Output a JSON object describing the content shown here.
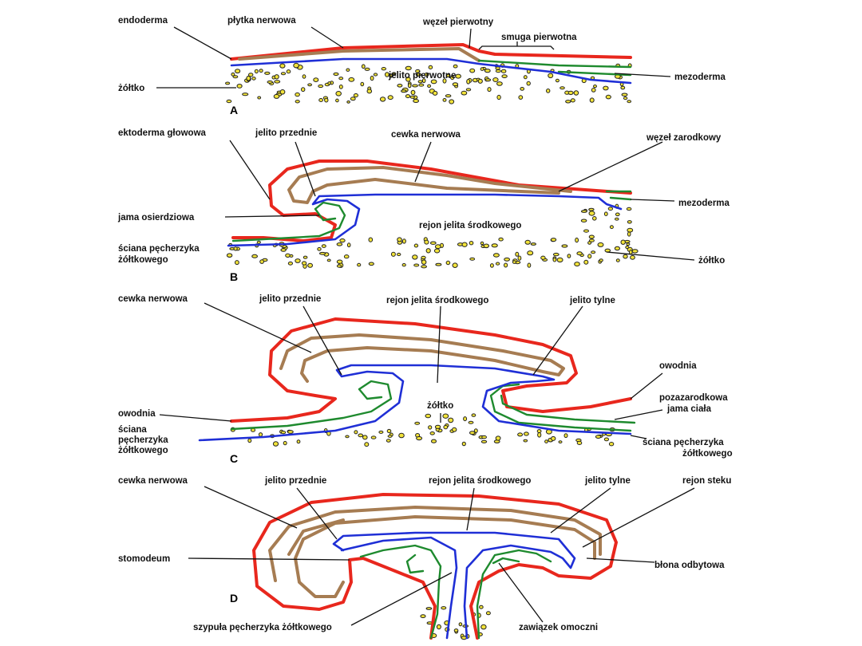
{
  "panels": {
    "A": {
      "label": "A",
      "texts": {
        "endoderma": "endoderma",
        "plytka": "płytka nerwowa",
        "wezel": "węzeł pierwotny",
        "smuga": "smuga pierwotna",
        "zoltko": "żółtko",
        "jelito": "jelito pierwotne",
        "mezoderma": "mezoderma"
      }
    },
    "B": {
      "label": "B",
      "texts": {
        "ektoderma": "ektoderma głowowa",
        "jelito_przednie": "jelito przednie",
        "cewka": "cewka nerwowa",
        "wezel": "węzeł zarodkowy",
        "mezoderma": "mezoderma",
        "jama": "jama osierdziowa",
        "rejon": "rejon jelita środkowego",
        "sciana_1": "ściana pęcherzyka",
        "sciana_2": "żółtkowego",
        "zoltko": "żółtko"
      }
    },
    "C": {
      "label": "C",
      "texts": {
        "cewka": "cewka nerwowa",
        "jelito_przednie": "jelito przednie",
        "rejon": "rejon jelita środkowego",
        "jelito_tylne": "jelito tylne",
        "owodnia_r": "owodnia",
        "pozazar_1": "pozazarodkowa",
        "pozazar_2": "jama ciała",
        "zoltko": "żółtko",
        "owodnia_l": "owodnia",
        "sciana_l_1": "ściana",
        "sciana_l_2": "pęcherzyka",
        "sciana_l_3": "żółtkowego",
        "sciana_r_1": "ściana pęcherzyka",
        "sciana_r_2": "żółtkowego"
      }
    },
    "D": {
      "label": "D",
      "texts": {
        "cewka": "cewka nerwowa",
        "jelito_przednie": "jelito przednie",
        "rejon": "rejon jelita środkowego",
        "jelito_tylne": "jelito tylne",
        "rejon_steku": "rejon steku",
        "stomodeum": "stomodeum",
        "blona": "błona odbytowa",
        "szypula": "szypuła pęcherzyka żółtkowego",
        "zawiazek": "zawiązek omoczni"
      }
    }
  },
  "colors": {
    "ectoderm": "#e8271d",
    "neural": "#a67c52",
    "endoderm": "#1f2fd6",
    "mesoderm": "#1e8a2e",
    "yolk": "#f2e33a"
  }
}
